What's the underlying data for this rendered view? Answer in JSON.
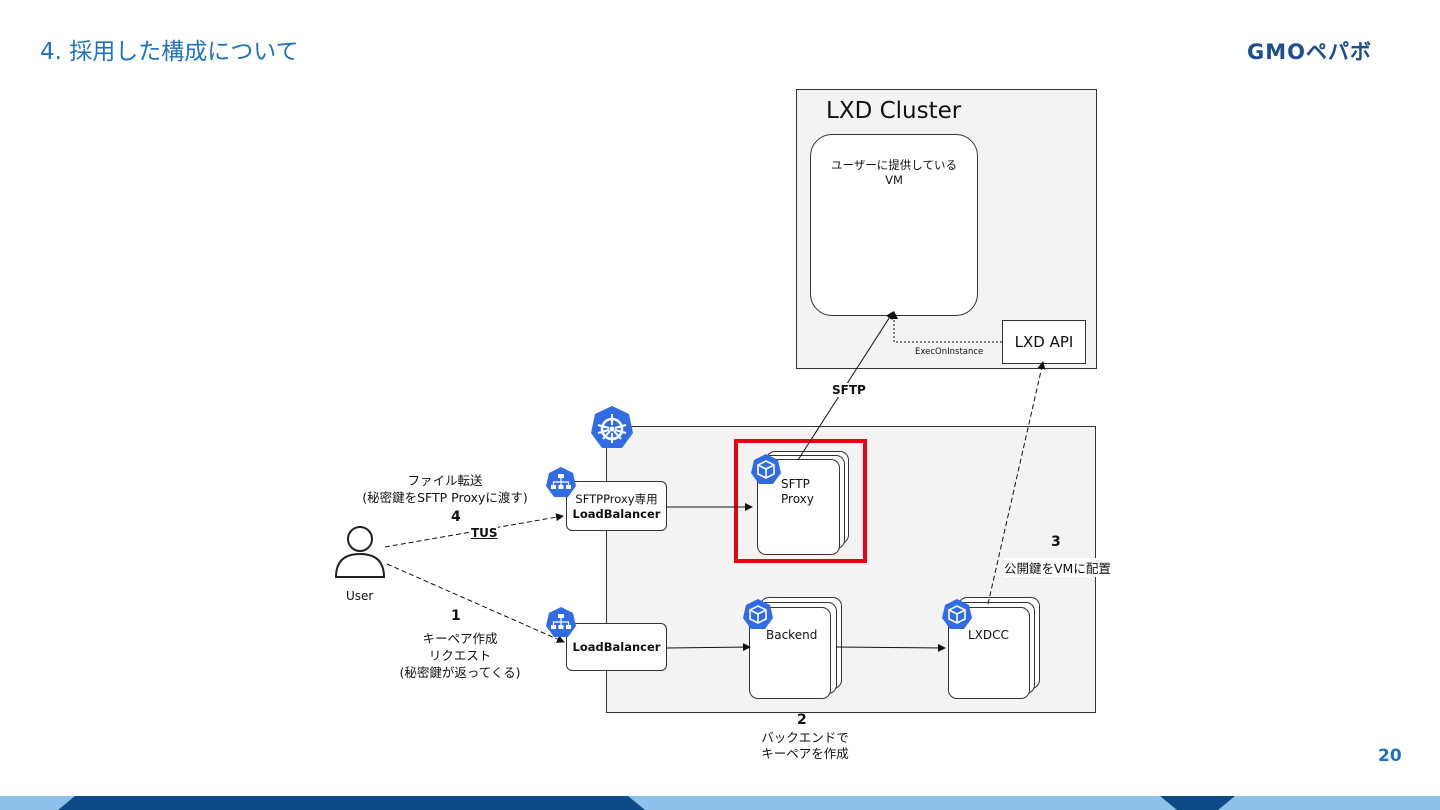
{
  "header": {
    "title": "4. 採用した構成について",
    "logo": "GMOペパボ"
  },
  "page_number": "20",
  "colors": {
    "accent": "#1e72c4",
    "highlight": "#e60012",
    "k8s_blue": "#326ce5",
    "footer_dark": "#0e4a86",
    "footer_light": "#8ec2ea"
  },
  "diagram": {
    "lxd_cluster": {
      "title": "LXD Cluster",
      "vm_line1": "ユーザーに提供している",
      "vm_line2": "VM",
      "lxd_api": "LXD API",
      "exec_label": "ExecOnInstance"
    },
    "sftp_label": "SFTP",
    "user_label": "User",
    "lb_sftp": {
      "line1": "SFTPProxy専用",
      "line2": "LoadBalancer"
    },
    "lb_main": {
      "line1": "LoadBalancer"
    },
    "sftp_proxy": {
      "line1": "SFTP",
      "line2": "Proxy"
    },
    "backend": "Backend",
    "lxdcc": "LXDCC",
    "step4": {
      "line1": "ファイル転送",
      "line2": "(秘密鍵をSFTP Proxyに渡す)",
      "num": "4",
      "protocol": "TUS"
    },
    "step1": {
      "num": "1",
      "line1": "キーペア作成",
      "line2": "リクエスト",
      "line3": "(秘密鍵が返ってくる)"
    },
    "step2": {
      "num": "2",
      "line1": "バックエンドで",
      "line2": "キーペアを作成"
    },
    "step3": {
      "num": "3",
      "line1": "公開鍵をVMに配置"
    },
    "icons": {
      "kubernetes": "kubernetes-icon",
      "service": "k8s-service-icon",
      "pod": "k8s-pod-icon",
      "user": "user-icon"
    }
  }
}
